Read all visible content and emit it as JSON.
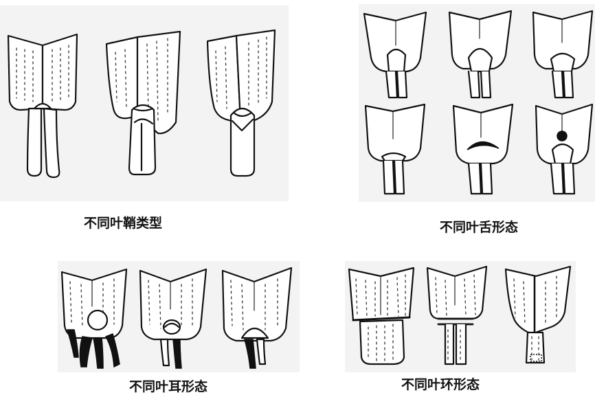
{
  "captions": {
    "sheath_types": "不同叶鞘类型",
    "ligule_forms": "不同叶舌形态",
    "auricle_forms": "不同叶耳形态",
    "collar_forms": "不同叶环形态"
  }
}
